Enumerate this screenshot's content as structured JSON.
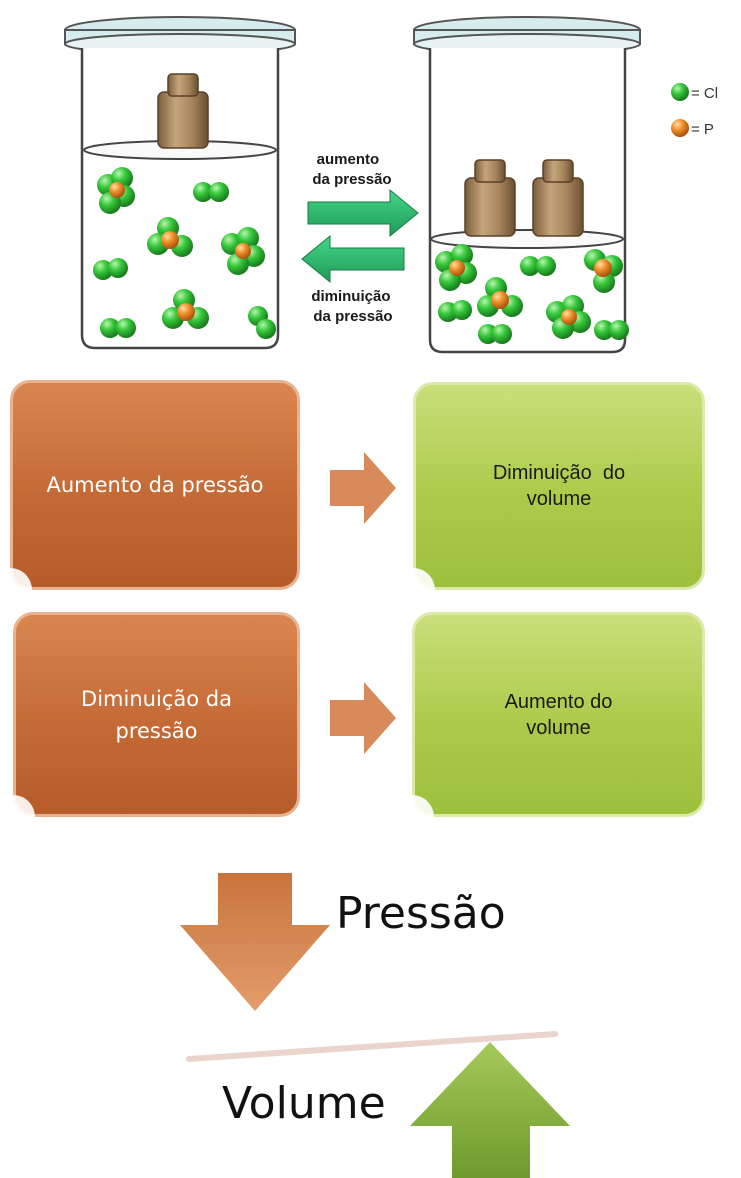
{
  "illustration": {
    "arrow_top_label": [
      "aumento",
      "da pressão"
    ],
    "arrow_bottom_label": [
      "diminuição",
      "da pressão"
    ],
    "legend": [
      {
        "symbol": "green-sphere",
        "label": "= Cl",
        "color": "#2fb52f"
      },
      {
        "symbol": "orange-sphere",
        "label": "= P",
        "color": "#e8892a"
      }
    ]
  },
  "flow": [
    {
      "cause": "Aumento da pressão",
      "effect": "Diminuição  do volume"
    },
    {
      "cause": "Diminuição da pressão",
      "effect": "Aumento do volume"
    }
  ],
  "summary": {
    "pressure_label": "Pressão",
    "volume_label": "Volume"
  },
  "colors": {
    "orange": "#c46a36",
    "green": "#9dc03c",
    "flow_arrow": "#d9895a",
    "legend_cl": "#2fb52f",
    "legend_p": "#e8892a"
  }
}
